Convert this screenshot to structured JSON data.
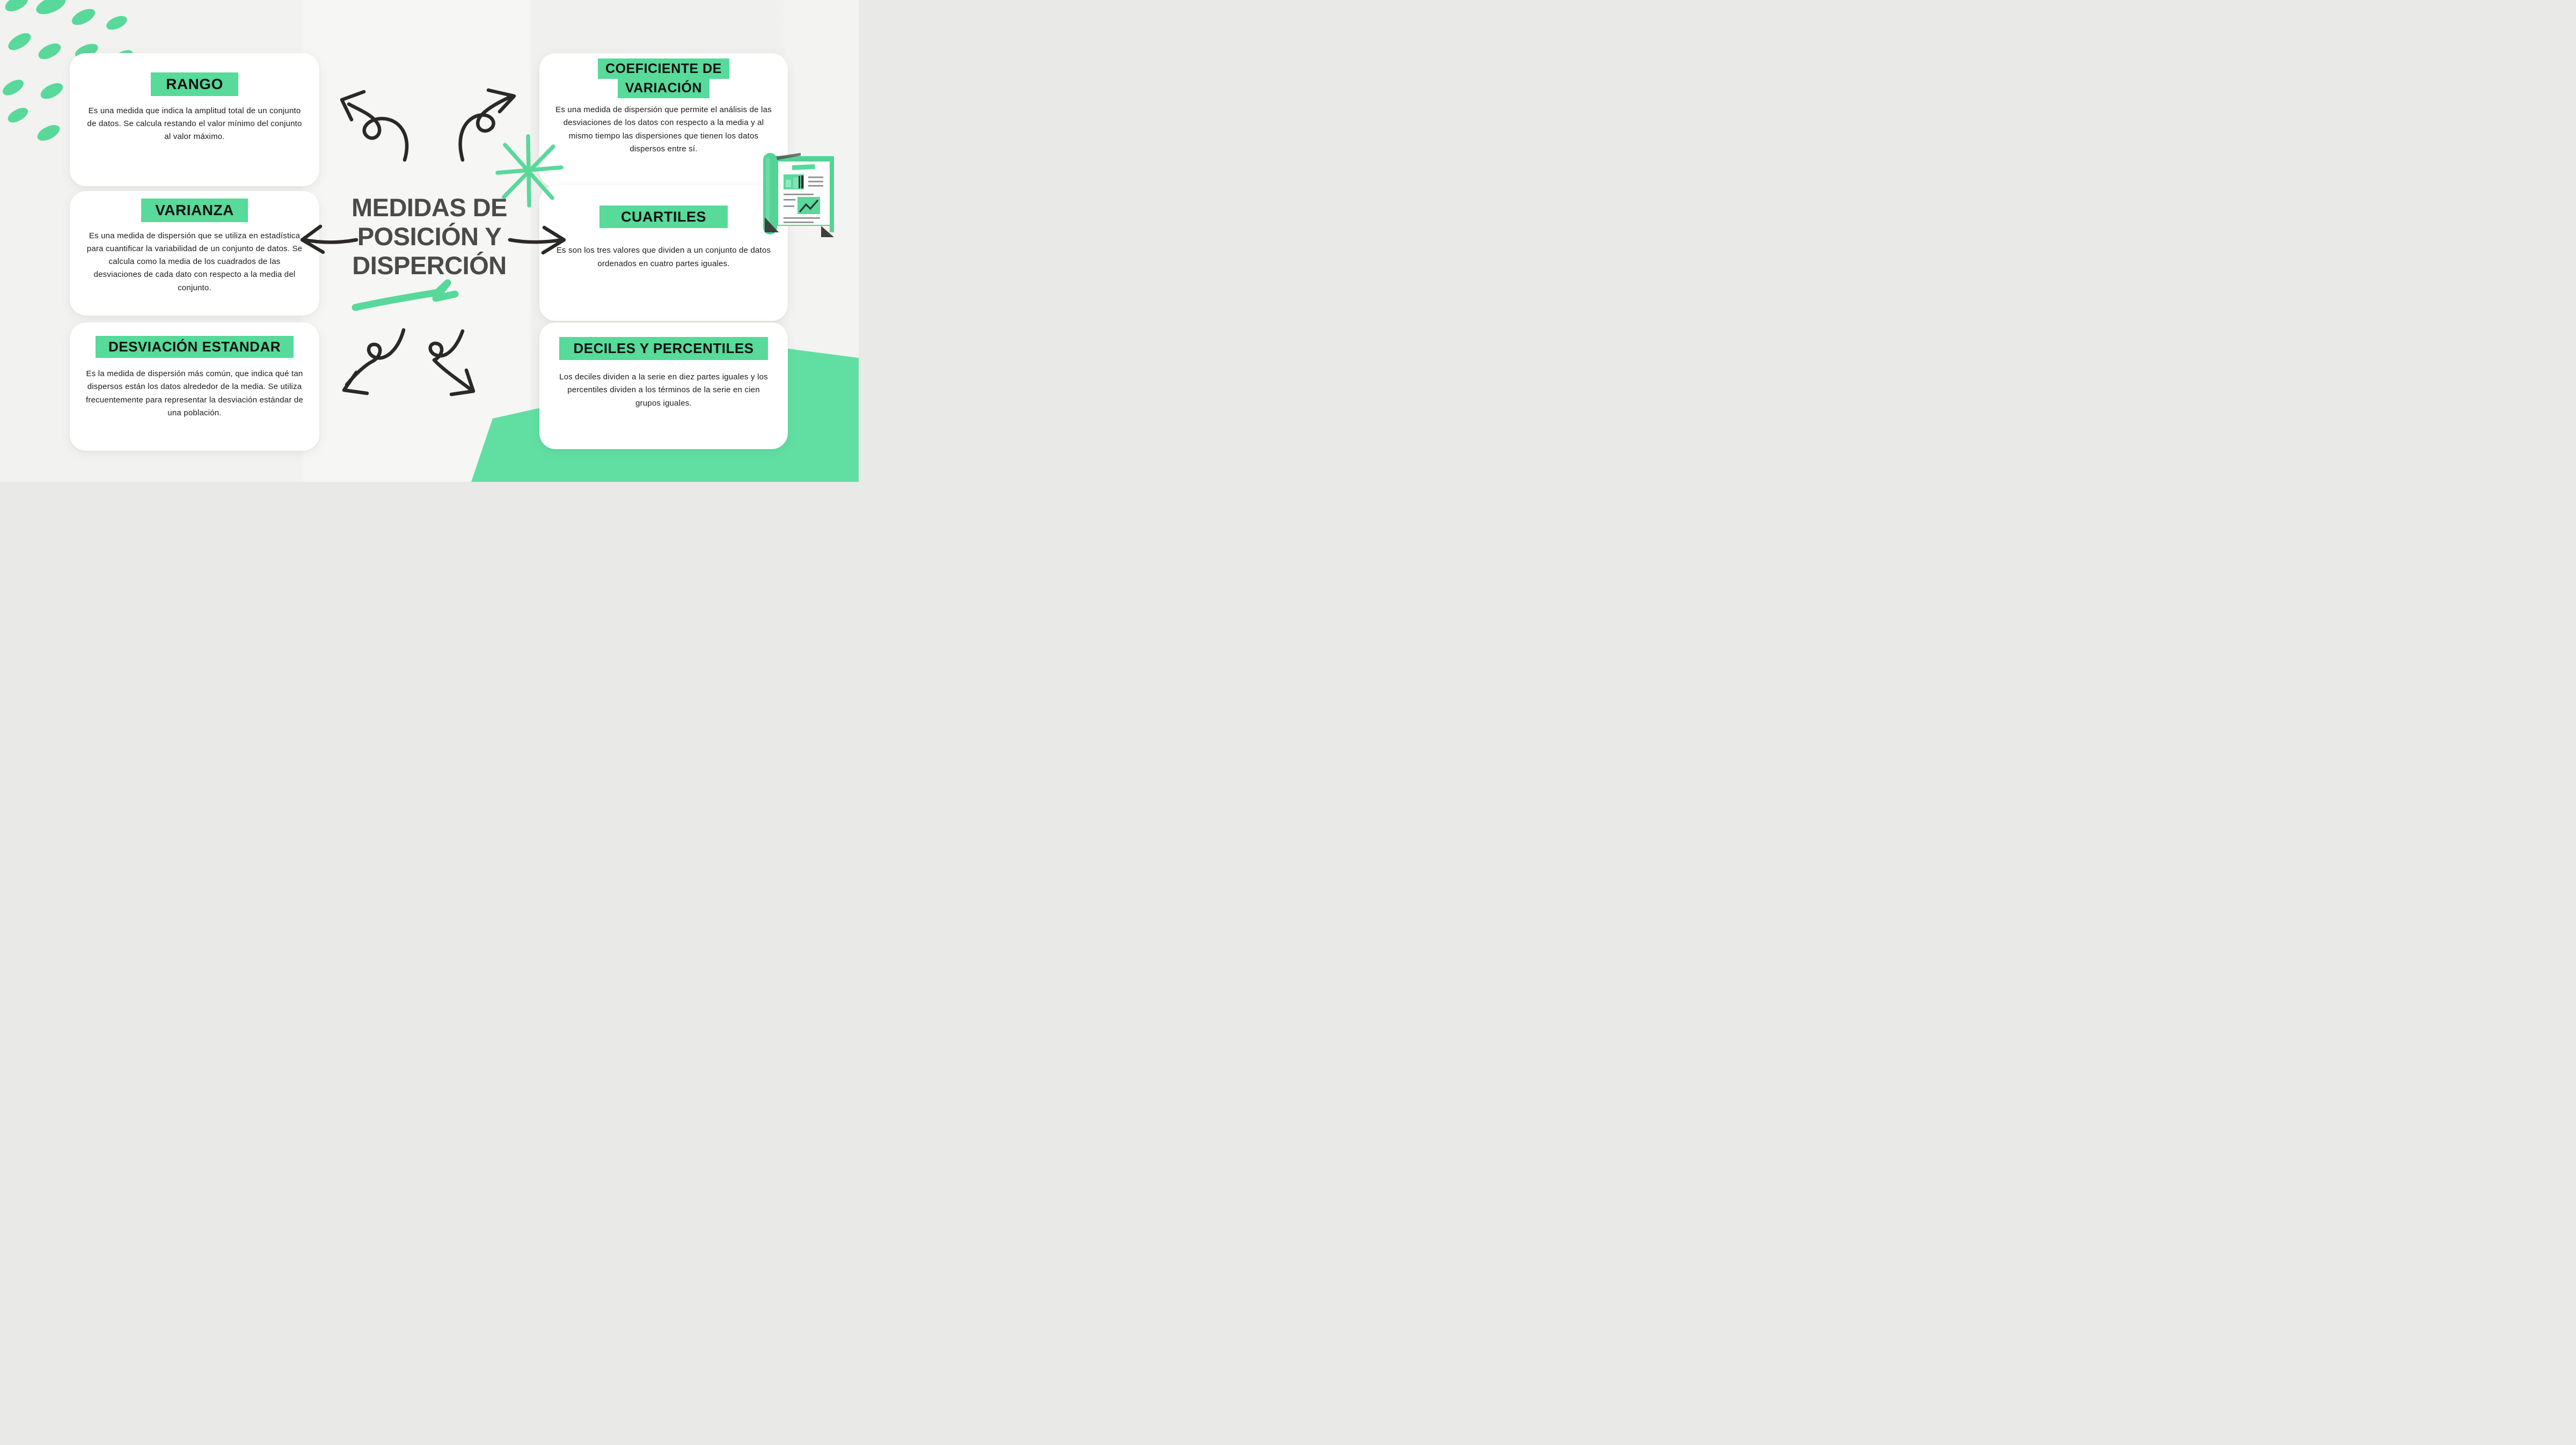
{
  "title": {
    "line1": "MEDIDAS DE",
    "line2": "POSICIÓN Y",
    "line3": "DISPERCIÓN"
  },
  "cards": [
    {
      "id": "rango",
      "title": "RANGO",
      "body": "Es una medida que indica la amplitud total de un conjunto de datos. Se calcula restando el valor mínimo del conjunto al valor máximo."
    },
    {
      "id": "varianza",
      "title": "VARIANZA",
      "body": "Es una medida de dispersión que se utiliza en estadística para cuantificar la variabilidad de un conjunto de datos. Se calcula como la media de los cuadrados de las desviaciones de cada dato con respecto a la media del conjunto."
    },
    {
      "id": "desviacion-estandar",
      "title": "DESVIACIÓN ESTANDAR",
      "body": "Es la medida de dispersión más común, que indica qué tan dispersos están los datos alrededor de la media. Se utiliza frecuentemente para representar la desviación estándar de una población."
    },
    {
      "id": "coeficiente-de-variacion",
      "title": "COEFICIENTE DE VARIACIÓN",
      "title_lines": [
        "COEFICIENTE DE",
        "VARIACIÓN"
      ],
      "body": "Es una medida de dispersión que permite el análisis de las desviaciones de los datos con respecto a la media y al mismo tiempo las dispersiones que tienen los datos dispersos entre sí."
    },
    {
      "id": "cuartiles",
      "title": "CUARTILES",
      "body": "Es son los tres valores que dividen a un conjunto de datos ordenados en cuatro partes iguales."
    },
    {
      "id": "deciles-y-percentiles",
      "title": "DECILES Y PERCENTILES",
      "body": "Los deciles dividen a la serie en diez partes iguales y los percentiles dividen a los términos de la serie en cien grupos iguales."
    }
  ],
  "colors": {
    "accent_green": "#57da9a",
    "polygon_green": "#61dfa3",
    "title_gray": "#4a4a4a",
    "body_text": "#1a1a1a",
    "arrow_ink": "#2b2927",
    "card_white": "#ffffff",
    "background": "#f2f2f0"
  },
  "decor": {
    "asterisk_icon": "green 8-ray asterisk",
    "report_scroll_icon": "green rolled report document with charts",
    "brush_dabs": "green paint dabs grid, top-left",
    "squiggle_underline": "green brush zigzag under title"
  }
}
